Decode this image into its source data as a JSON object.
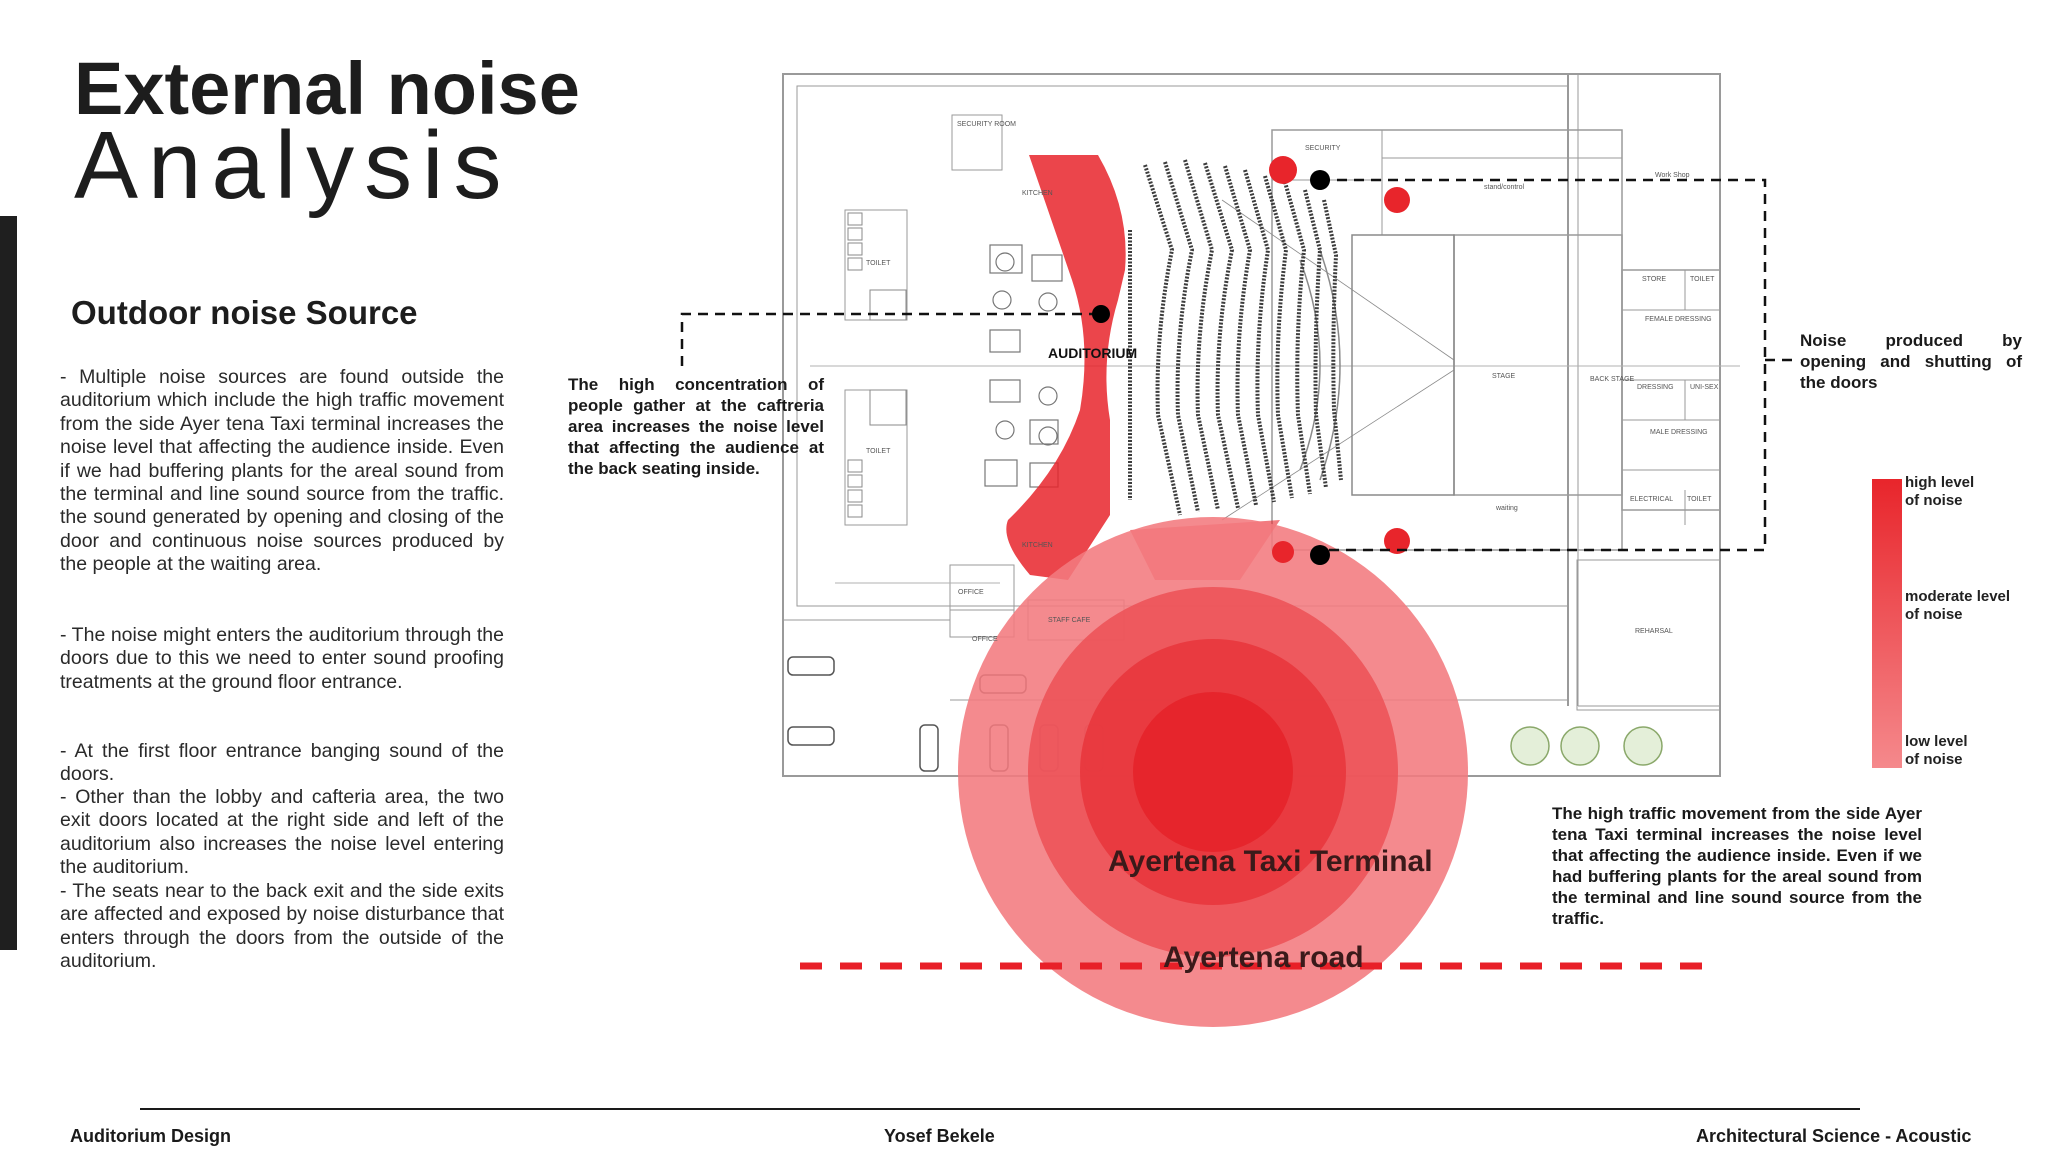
{
  "title": {
    "line1": "External noise",
    "line2": "Analysis"
  },
  "section_heading": "Outdoor noise Source",
  "paragraphs": [
    "- Multiple noise sources are found outside the auditorium which include the high traffic movement from the side Ayer tena Taxi terminal increases the noise level that affecting the audience inside. Even if we had buffering plants for the areal sound from the terminal and line sound source from the traffic. the sound generated by opening and closing of the door and continuous noise sources produced by the people at the waiting area.",
    "- The noise might enters the auditorium through the doors due to this we need to enter sound proofing treatments at the ground floor entrance.",
    "- At the first floor entrance banging sound of the doors.",
    "- Other than the lobby and cafteria area, the two exit doors located at the right side and left of the auditorium also increases the noise level entering the auditorium.",
    "- The seats near to the back exit and the side exits are affected and exposed by noise disturbance that enters through the doors from the outside of the auditorium."
  ],
  "annotations": {
    "cafeteria": "The high concentration of people gather at the caftreria area increases the noise level that affecting the audience at the back seating inside.",
    "doors": "Noise produced by opening and shutting of the doors",
    "traffic": "The high traffic movement from the side Ayer tena Taxi terminal increases the noise level that affecting the audience inside. Even if we had buffering plants for the areal sound from the terminal and line sound source from the traffic."
  },
  "legend": {
    "high": "high level of noise",
    "moderate": "moderate level of noise",
    "low": "low level of noise",
    "color_high": "#e8252b",
    "color_low": "#f5898c"
  },
  "map_labels": {
    "auditorium": "AUDITORIUM",
    "terminal": "Ayertena Taxi Terminal",
    "road": "Ayertena road"
  },
  "room_labels": {
    "security_room": "SECURITY ROOM",
    "security": "SECURITY",
    "stand_control": "stand/control",
    "work_shop": "Work Shop",
    "kitchen": "KITCHEN",
    "toilet": "TOILET",
    "store": "STORE",
    "female_dressing": "FEMALE DRESSING",
    "stage": "STAGE",
    "back_stage": "BACK STAGE",
    "dressing": "DRESSING",
    "unisex": "UNI-SEX",
    "male_dressing": "MALE DRESSING",
    "electrical": "ELECTRICAL",
    "waiting": "waiting",
    "office": "OFFICE",
    "staff_cafe": "STAFF CAFE",
    "rehearsal": "REHARSAL"
  },
  "footer": {
    "left": "Auditorium Design",
    "center": "Yosef Bekele",
    "right": "Architectural Science - Acoustic"
  },
  "colors": {
    "noise_red": "#e8252b",
    "road_dash": "#e82028",
    "plan_line": "#8a8a8a"
  }
}
